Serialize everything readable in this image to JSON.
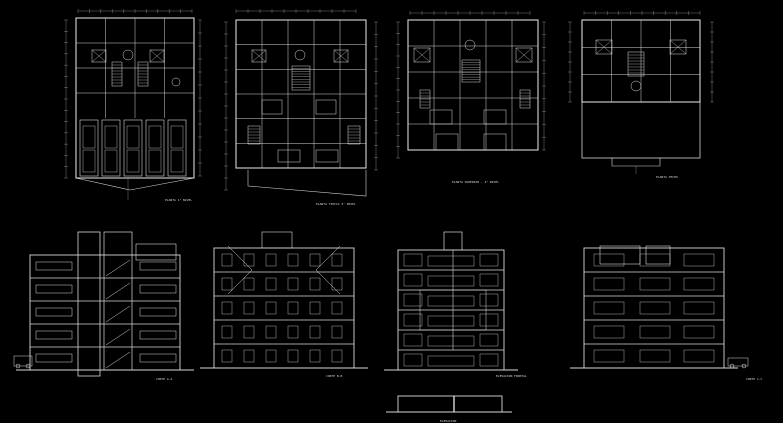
{
  "drawing": {
    "background": "#000000",
    "line_color": "#d8d8d8",
    "dim_color": "#9a9a9a",
    "sheets": [
      {
        "id": "plan-1",
        "kind": "plan",
        "title": "PLANTA 1° NIVEL"
      },
      {
        "id": "plan-2",
        "kind": "plan",
        "title": "PLANTA TIPICA 2° NIVEL"
      },
      {
        "id": "plan-3",
        "kind": "plan",
        "title": "PLANTA SUPERIOR - 4° NIVEL"
      },
      {
        "id": "plan-4",
        "kind": "plan",
        "title": "PLANTA TECHO"
      },
      {
        "id": "section-1",
        "kind": "section",
        "title": "CORTE A-A"
      },
      {
        "id": "section-2",
        "kind": "section",
        "title": "CORTE B-B"
      },
      {
        "id": "elevation-1",
        "kind": "elevation",
        "title": "ELEVACION FRONTAL"
      },
      {
        "id": "section-3",
        "kind": "section",
        "title": "CORTE C-C"
      },
      {
        "id": "elevation-2",
        "kind": "elevation",
        "title": "ELEVACION"
      }
    ]
  }
}
